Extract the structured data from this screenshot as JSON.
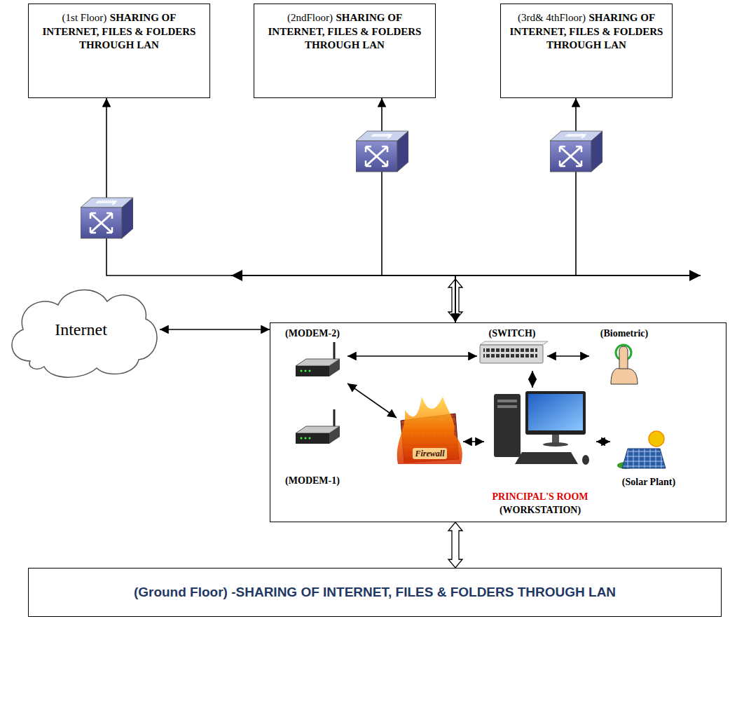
{
  "diagram": {
    "nodes": [
      {
        "text": [
          "(1st Floor)",
          "SHARING OF INTERNET, FILES & FOLDERS THROUGH LAN"
        ]
      },
      {
        "text": [
          "(2ndFloor)",
          "SHARING OF INTERNET, FILES & FOLDERS THROUGH LAN"
        ]
      },
      {
        "text": [
          "(3rd& 4thFloor)",
          "SHARING OF INTERNET, FILES & FOLDERS THROUGH LAN"
        ]
      },
      {
        "text": [
          "Internet"
        ]
      },
      {
        "text": []
      },
      {
        "text": [
          "(MODEM-2)"
        ],
        "in": 4
      },
      {
        "text": [
          "(SWITCH)"
        ],
        "in": 4
      },
      {
        "text": [
          "(Biometric)"
        ],
        "in": 4
      },
      {
        "text": [
          "Firewall"
        ],
        "in": 4
      },
      {
        "text": [
          "(MODEM-1)"
        ],
        "in": 4
      },
      {
        "text": [
          "PRINCIPAL'S ROOM",
          "(WORKSTATION)"
        ],
        "in": 4
      },
      {
        "text": [
          "(Solar Plant)"
        ],
        "in": 4
      },
      {
        "text": [
          "(Ground Floor) -SHARING OF INTERNET, FILES & FOLDERS THROUGH LAN"
        ]
      }
    ],
    "edges": [
      {
        "from": 0,
        "to": 4,
        "arrow": "both"
      },
      {
        "from": 1,
        "to": 4,
        "arrow": "both"
      },
      {
        "from": 2,
        "to": 4,
        "arrow": "both"
      },
      {
        "from": 3,
        "to": 4,
        "arrow": "both"
      },
      {
        "from": 5,
        "to": 6,
        "arrow": "both"
      },
      {
        "from": 6,
        "to": 7,
        "arrow": "both"
      },
      {
        "from": 6,
        "to": 10,
        "arrow": "both"
      },
      {
        "from": 5,
        "to": 8,
        "arrow": "both"
      },
      {
        "from": 8,
        "to": 10,
        "arrow": "both"
      },
      {
        "from": 10,
        "to": 11,
        "arrow": "both"
      },
      {
        "from": 4,
        "to": 12,
        "arrow": "both"
      }
    ]
  }
}
